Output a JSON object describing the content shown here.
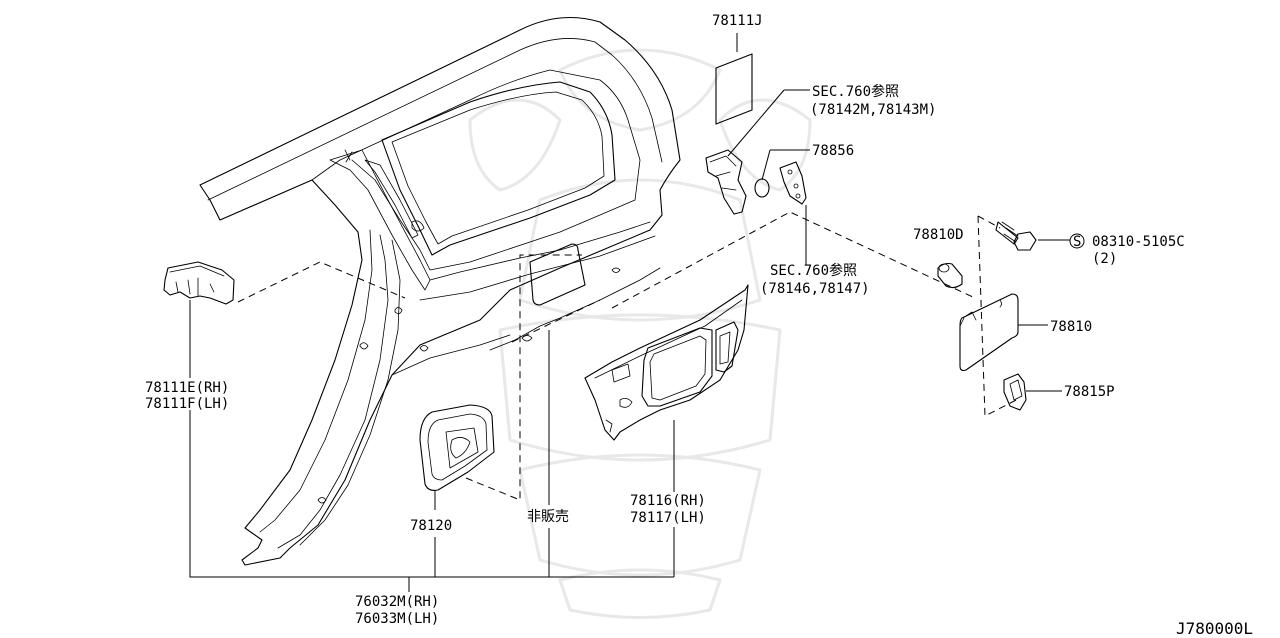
{
  "diagram": {
    "code": "J780000L",
    "labels": {
      "p78111j": "78111J",
      "sec760_a_line1": "SEC.760参照",
      "sec760_a_line2": "(78142M,78143M)",
      "p78856": "78856",
      "sec760_b_line1": "SEC.760参照",
      "sec760_b_line2": "(78146,78147)",
      "p78810d": "78810D",
      "bolt_symbol": "S",
      "p08310_line1": "08310-5105C",
      "p08310_line2": "(2)",
      "p78810": "78810",
      "p78815p": "78815P",
      "p78111e": "78111E(RH)",
      "p78111f": "78111F(LH)",
      "p78120": "78120",
      "not_for_sale": "非販売",
      "p78116": "78116(RH)",
      "p78117": "78117(LH)",
      "p76032m": "76032M(RH)",
      "p76033m": "76033M(LH)"
    }
  }
}
